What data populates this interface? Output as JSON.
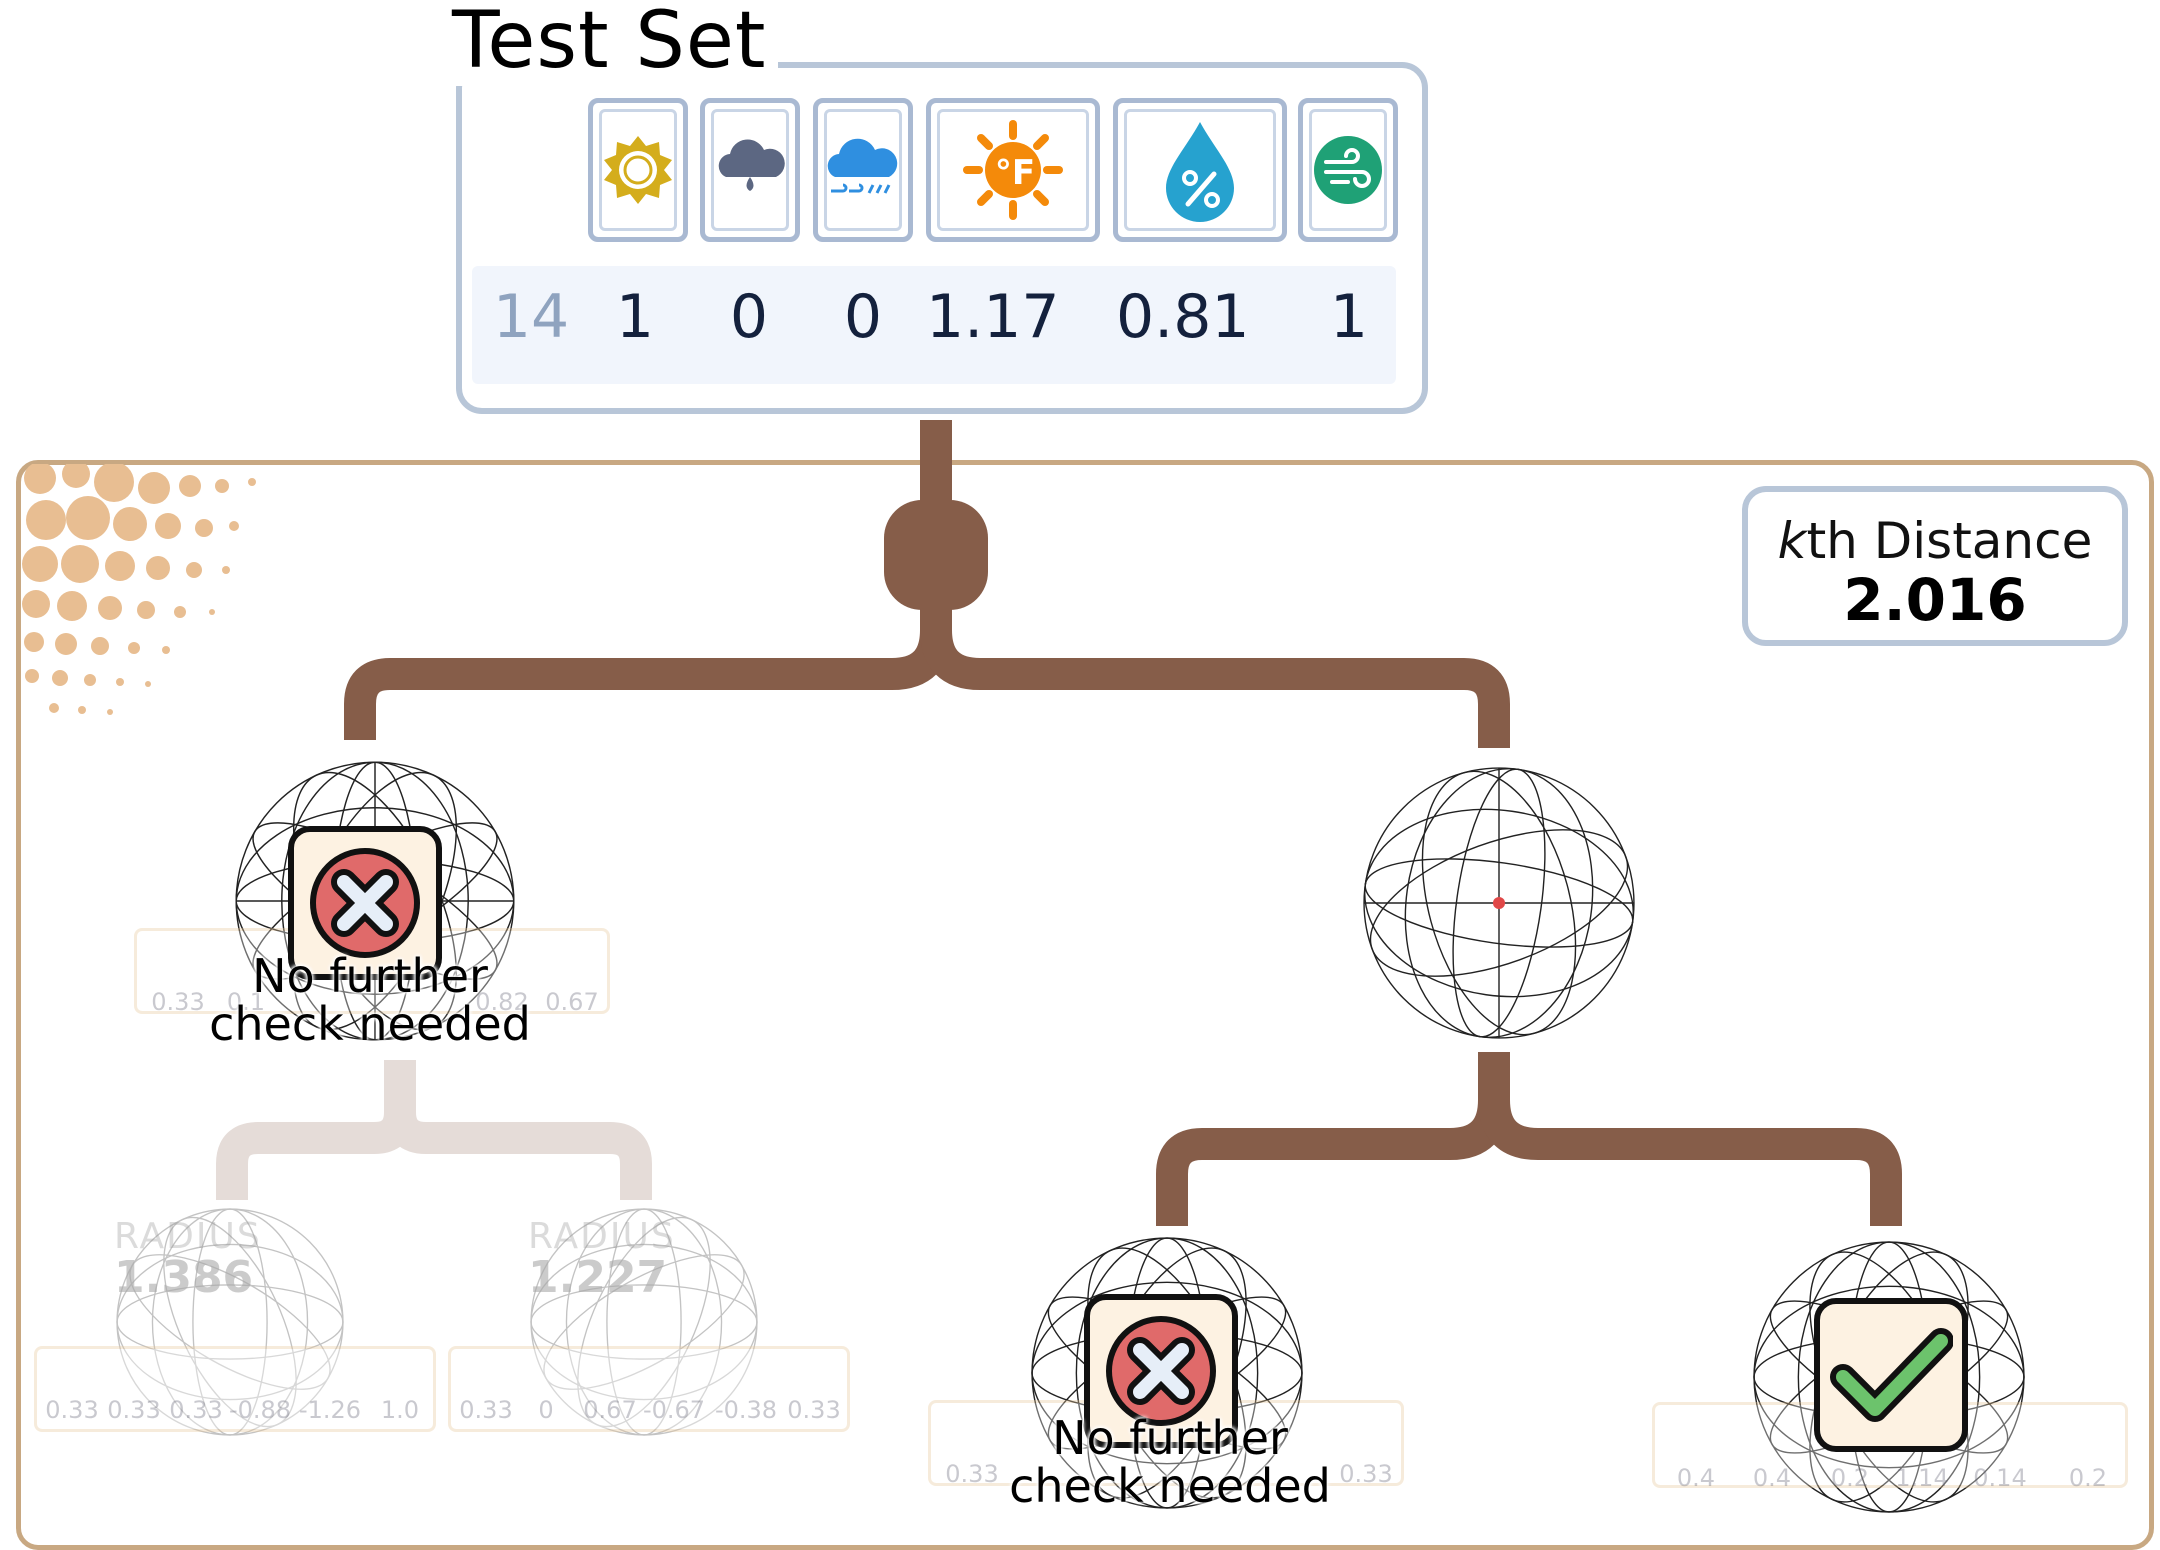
{
  "test_set": {
    "title": "Test Set",
    "features": [
      {
        "icon": "sun-icon"
      },
      {
        "icon": "cloud-rain-icon"
      },
      {
        "icon": "cloud-wind-icon"
      },
      {
        "icon": "temperature-fahrenheit-icon"
      },
      {
        "icon": "humidity-drop-icon"
      },
      {
        "icon": "wind-icon"
      }
    ],
    "index": "14",
    "values": [
      "1",
      "0",
      "0",
      "1.17",
      "0.81",
      "1"
    ]
  },
  "kth_distance": {
    "label_italic": "k",
    "label_rest": "th Distance",
    "value": "2.016"
  },
  "nodes": {
    "left": {
      "status": "No further check needed",
      "status_line1": "No further",
      "status_line2": "check needed",
      "strip_values": [
        "0.33",
        "0.1",
        "",
        "0.82",
        "0.67"
      ]
    },
    "left_left": {
      "radius_label": "RADIUS",
      "radius_value": "1.386",
      "strip_values": [
        "0.33",
        "0.33",
        "0.33",
        "-0.88",
        "-1.26",
        "1.0"
      ]
    },
    "left_right": {
      "radius_label": "RADIUS",
      "radius_value": "1.227",
      "strip_values": [
        "0.33",
        "0",
        "0.67",
        "-0.67",
        "-0.38",
        "0.33"
      ]
    },
    "right_left": {
      "status_line1": "No further",
      "status_line2": "check needed",
      "strip_values": [
        "0.33",
        "0.33"
      ]
    },
    "right_right": {
      "status": "checked",
      "strip_values": [
        "0.4",
        "0.4",
        "0.2",
        "1.14",
        "0.14",
        "0.2"
      ]
    }
  },
  "colors": {
    "tree_active": "#865d49",
    "tree_faded": "#e5dcd8",
    "frame_border": "#c8a882",
    "panel_border": "#b8c6d8",
    "cross_red": "#e06a6a",
    "check_green": "#6cc36c",
    "status_bg": "#fdf2e2"
  }
}
